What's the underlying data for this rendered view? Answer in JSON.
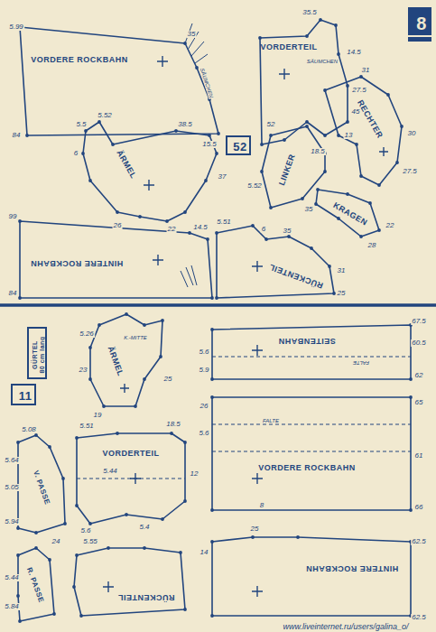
{
  "diagram": {
    "nodes": [
      {
        "text": [
          "8"
        ]
      },
      {
        "text": [
          "VORDERE ROCKBAHN"
        ]
      },
      {
        "text": [
          "VORDERTEIL"
        ]
      },
      {
        "text": [
          "ÄRMEL"
        ]
      },
      {
        "text": [
          "52"
        ]
      },
      {
        "text": [
          "RECHTER"
        ]
      },
      {
        "text": [
          "LINKER"
        ]
      },
      {
        "text": [
          "KRAGEN"
        ]
      },
      {
        "text": [
          "HINTERE ROCKBAHN"
        ]
      },
      {
        "text": [
          "RÜCKENTEIL"
        ]
      },
      {
        "text": [
          "11"
        ]
      },
      {
        "text": [
          "GÜRTEL",
          "80 cm lang"
        ]
      },
      {
        "text": [
          "ÄRMEL"
        ]
      },
      {
        "text": [
          "SEITENBAHN"
        ]
      },
      {
        "text": [
          "VORDERE ROCKBAHN"
        ]
      },
      {
        "text": [
          "V. PASSE"
        ]
      },
      {
        "text": [
          "VORDERTEIL"
        ]
      },
      {
        "text": [
          "R. PASSE"
        ]
      },
      {
        "text": [
          "RÜCKENTEIL"
        ]
      },
      {
        "text": [
          "HINTERE ROCKBAHN"
        ]
      }
    ],
    "labels": [
      "5.99",
      "84",
      "SÄUMCHEN",
      "35",
      "15.5",
      "35.5",
      "27.5",
      "45",
      "14.5",
      "18.5",
      "SÄUMCHEN",
      "5.52",
      "5.5",
      "38.5",
      "37",
      "22",
      "26",
      "6",
      "31",
      "30",
      "27.5",
      "13",
      "52",
      "5.52",
      "35",
      "22",
      "28",
      "99",
      "84",
      "14.5",
      "5.51",
      "6",
      "31",
      "25",
      "35",
      "K.-MITTE",
      "5.26",
      "23",
      "19",
      "25",
      "FALTE",
      "67.5",
      "60.5",
      "62",
      "5.6",
      "5.9",
      "FALTE",
      "65",
      "61",
      "66",
      "26",
      "5.6",
      "8",
      "5.08",
      "5.64",
      "5.05",
      "5.94",
      "18.5",
      "5.51",
      "5.44",
      "12",
      "5.6",
      "5.4",
      "24",
      "5.44",
      "5.84",
      "5.55",
      "25",
      "62.5",
      "62.5",
      "14",
      "www.liveinternet.ru/users/galina_o/"
    ]
  }
}
